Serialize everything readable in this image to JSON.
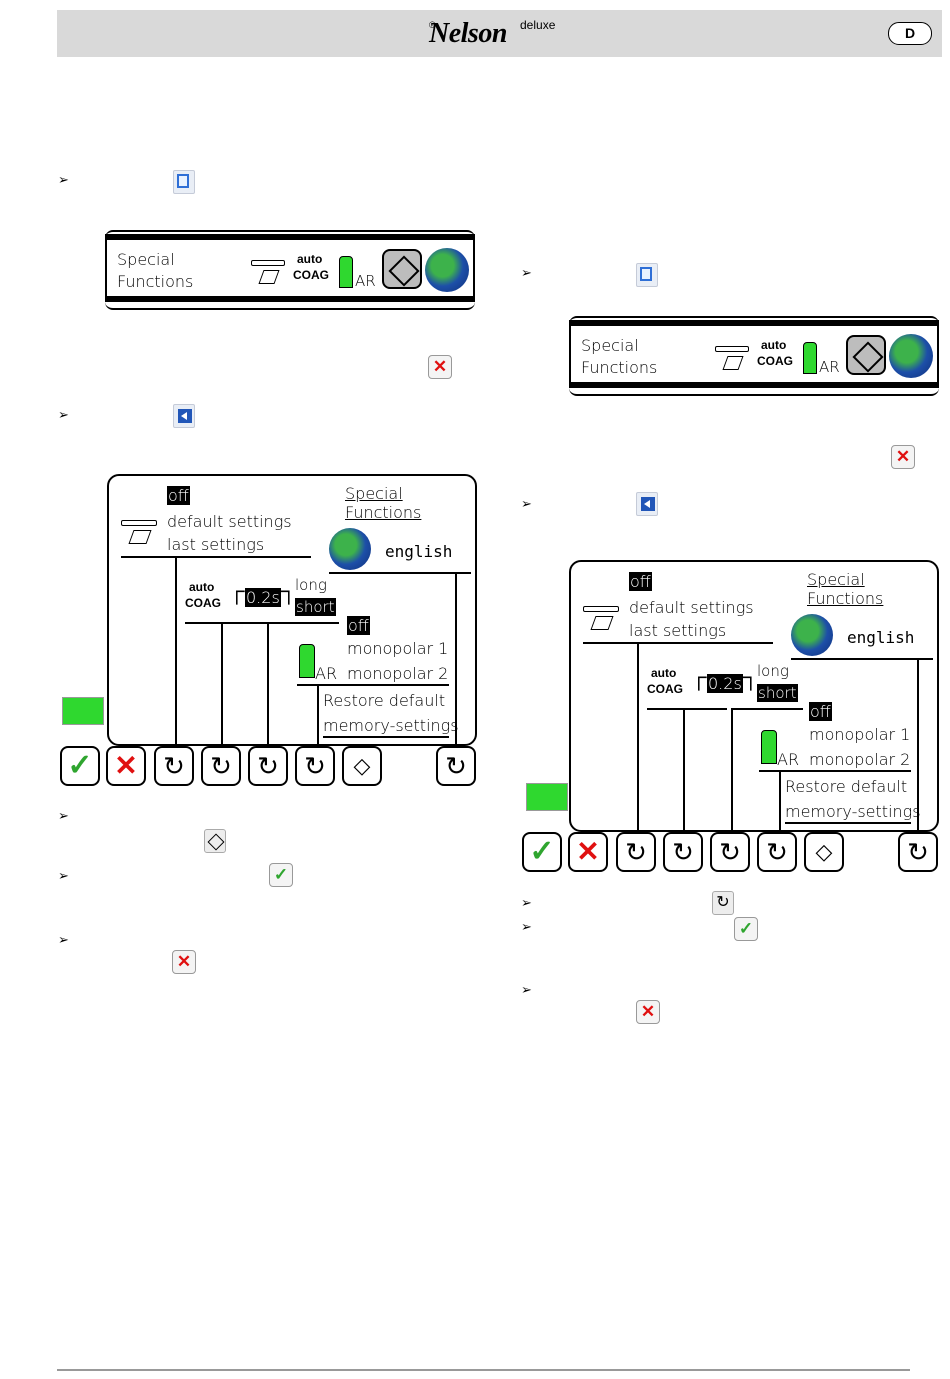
{
  "header": {
    "logo": "Nelson",
    "logo_registered": "®",
    "logo_suffix": "deluxe",
    "language_badge": "D"
  },
  "strip": {
    "title_line1": "Special",
    "title_line2": "Functions",
    "auto": "auto",
    "coag": "COAG",
    "ar": "AR"
  },
  "screen": {
    "title": "Special Functions",
    "off1": "off",
    "default_settings": "default settings",
    "last_settings": "last settings",
    "language": "english",
    "auto": "auto",
    "coag": "COAG",
    "time": "0.2s",
    "long": "long",
    "short": "short",
    "off2": "off",
    "monopolar1": "monopolar 1",
    "monopolar2": "monopolar 2",
    "ar": "AR",
    "restore_line1": "Restore default",
    "restore_line2": "memory-settings"
  },
  "icons": {
    "bullet": "➢",
    "confirm": "✓",
    "cancel": "✕",
    "rotate": "↻",
    "menu": "◇"
  },
  "colors": {
    "green": "#2fd82f",
    "red": "#e01010",
    "blue": "#2156b8",
    "header_bg": "#d9d9d9"
  }
}
